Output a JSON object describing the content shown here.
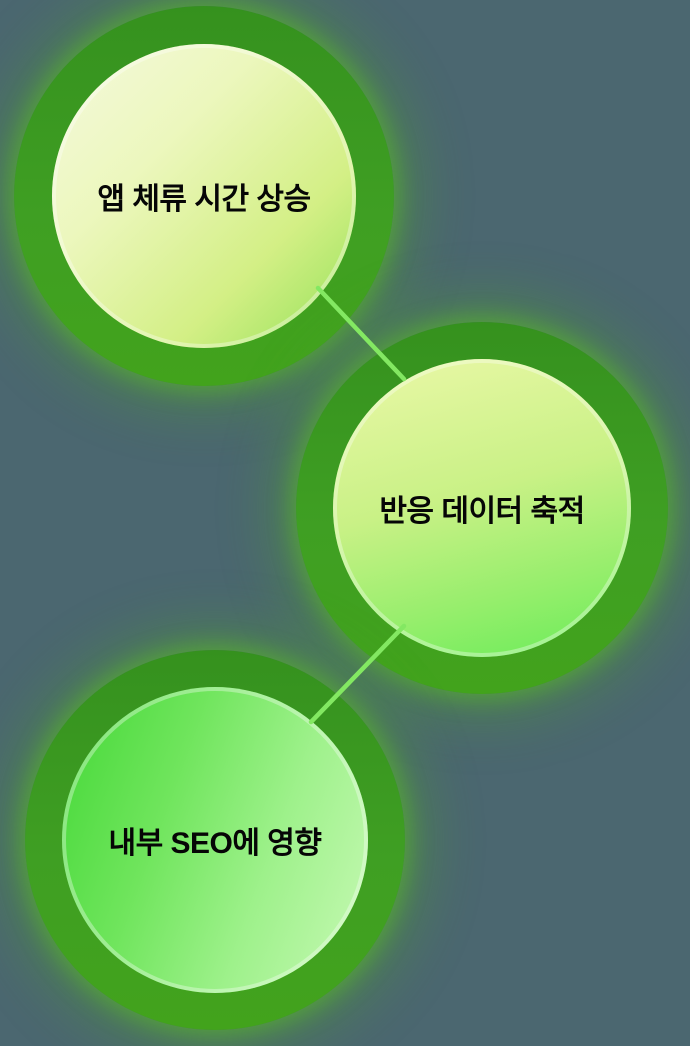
{
  "background_color": "#4b6770",
  "palette": {
    "ring_green": "#3f9f23",
    "glow_green": "#52ab2f",
    "connector_green": "#83e862",
    "text_color": "#060606",
    "fill_top_gradient_start": "#f5fade",
    "fill_top_gradient_end": "#92e157",
    "fill_mid_gradient_start": "#ebf8a8",
    "fill_mid_gradient_end": "#68ec58",
    "fill_bottom_gradient_start": "#44d837",
    "fill_bottom_gradient_end": "#c8f9b5"
  },
  "diagram": {
    "nodes": [
      {
        "id": "node-1",
        "label": "앱 체류 시간 상승"
      },
      {
        "id": "node-2",
        "label": "반응 데이터 축적"
      },
      {
        "id": "node-3",
        "label": "내부 SEO에 영향"
      }
    ],
    "connections": [
      {
        "from": "node-1",
        "to": "node-2"
      },
      {
        "from": "node-2",
        "to": "node-3"
      }
    ]
  }
}
